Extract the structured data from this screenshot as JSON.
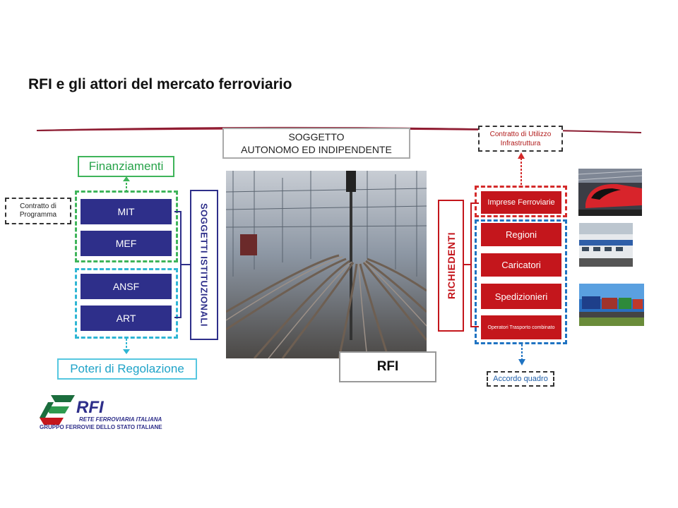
{
  "title": "RFI e gli attori del mercato ferroviario",
  "colors": {
    "navy": "#2e2f8a",
    "red": "#c4161c",
    "green": "#3eb45a",
    "cyan": "#2fb6d4",
    "blue": "#1f73c2"
  },
  "center": {
    "soggetto_line1": "SOGGETTO",
    "soggetto_line2": "AUTONOMO ED INDIPENDENTE",
    "rfi_label": "RFI",
    "photo": "railway-tracks-photo"
  },
  "left": {
    "contratto_line1": "Contratto di",
    "contratto_line2": "Programma",
    "finanziamenti": "Finanziamenti",
    "poteri": "Poteri di Regolazione",
    "boxes": [
      "MIT",
      "MEF",
      "ANSF",
      "ART"
    ],
    "vertical_label": "SOGGETTI ISTITUZIONALI"
  },
  "right": {
    "contratto_line1": "Contratto di Utilizzo",
    "contratto_line2": "Infrastruttura",
    "vertical_label": "RICHIEDENTI",
    "imprese": "Imprese Ferroviarie",
    "boxes": [
      "Regioni",
      "Caricatori",
      "Spedizionieri",
      "Operatori Trasporto combinato"
    ],
    "accordo": "Accordo quadro",
    "photos": [
      "high-speed-train-photo",
      "regional-train-photo",
      "freight-containers-photo"
    ]
  },
  "logo": {
    "brand": "RFI",
    "line1": "RETE FERROVIARIA ITALIANA",
    "line2": "GRUPPO FERROVIE DELLO STATO ITALIANE"
  }
}
